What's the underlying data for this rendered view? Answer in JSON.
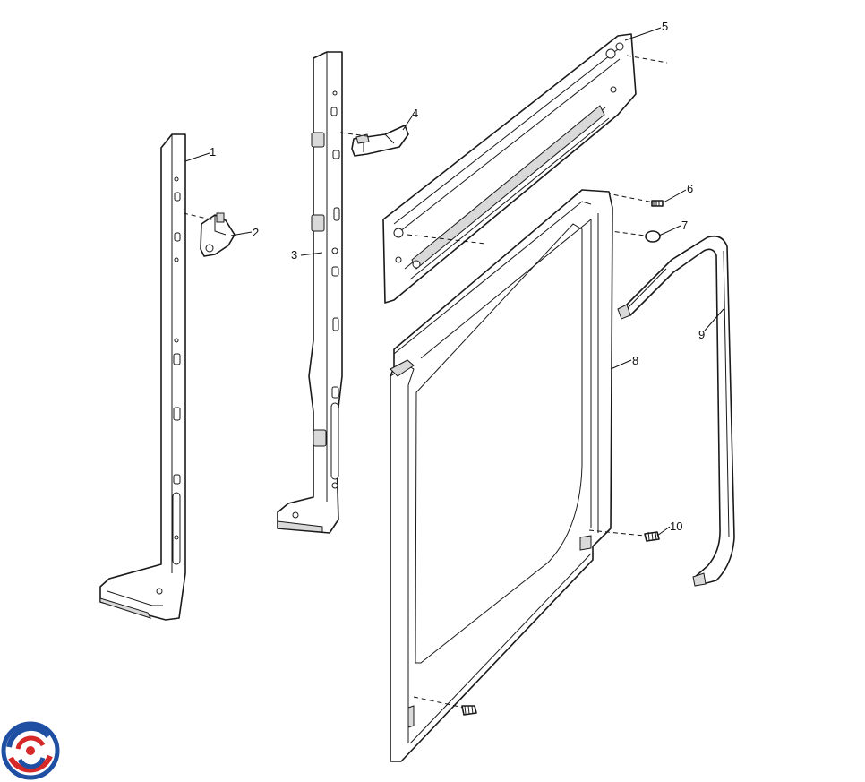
{
  "callouts": [
    {
      "label": "1"
    },
    {
      "label": "2"
    },
    {
      "label": "3"
    },
    {
      "label": "4"
    },
    {
      "label": "5"
    },
    {
      "label": "6"
    },
    {
      "label": "7"
    },
    {
      "label": "8"
    },
    {
      "label": "9"
    },
    {
      "label": "10"
    }
  ],
  "colors": {
    "logo_blue": "#1f4fa3",
    "logo_red": "#d62828",
    "line": "#1a1a1a"
  }
}
